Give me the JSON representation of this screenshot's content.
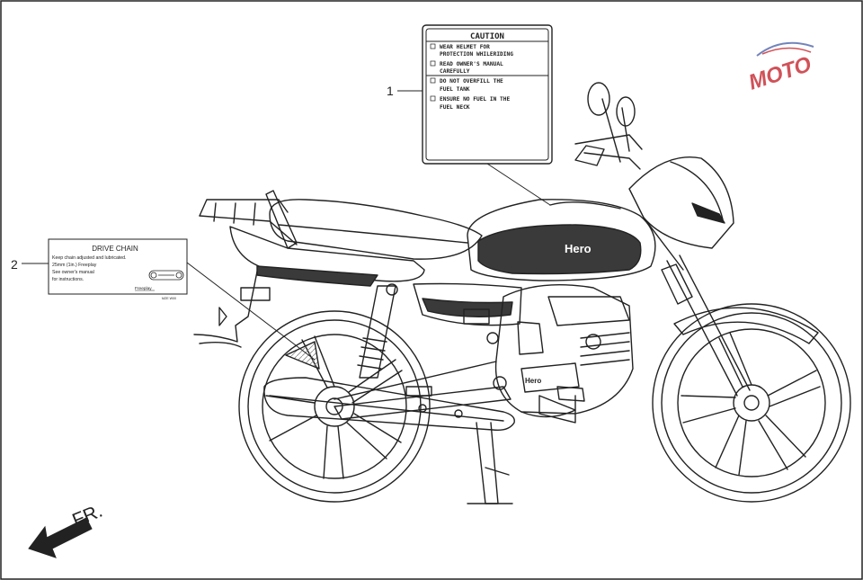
{
  "callouts": [
    {
      "number": "1"
    },
    {
      "number": "2"
    }
  ],
  "caution_label": {
    "title": "CAUTION",
    "items": [
      [
        "WEAR HELMET FOR",
        "PROTECTION WHILERIDING"
      ],
      [
        "READ OWNER'S MANUAL",
        "CAREFULLY"
      ],
      [
        "DO NOT OVERFILL THE",
        "FUEL TANK"
      ],
      [
        "ENSURE NO FUEL IN THE",
        "FUEL NECK"
      ]
    ]
  },
  "drive_chain_label": {
    "title": "DRIVE CHAIN",
    "lines": [
      "Keep chain adjusted and lubricated.",
      "25mm (1in.) Freeplay",
      "See owner's manual",
      "for instructions."
    ],
    "freeplay_label": "Freeplay",
    "part_code": "MZE W00"
  },
  "brand": {
    "tank_logo": "Hero",
    "engine_logo": "Hero"
  },
  "direction_indicator": {
    "text": "FR."
  },
  "watermark": {
    "text": "MOTO"
  },
  "colors": {
    "line": "#222222",
    "tank_panel": "#3a3a3a",
    "watermark_red": "#c8343c",
    "watermark_blue": "#5a6fb0"
  }
}
